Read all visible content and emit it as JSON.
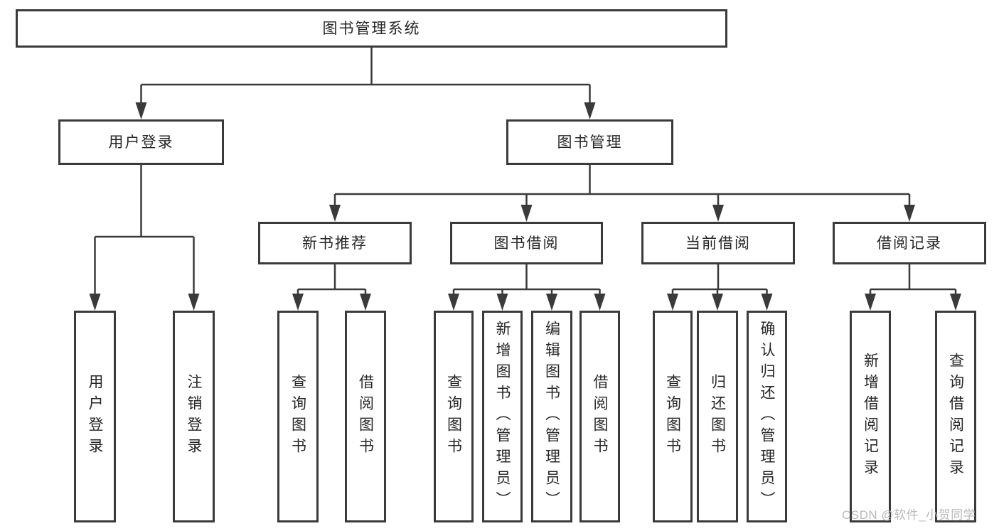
{
  "diagram": {
    "root": {
      "label": "图书管理系统"
    },
    "level1": [
      {
        "label": "用户登录"
      },
      {
        "label": "图书管理"
      }
    ],
    "level2": [
      {
        "label": "新书推荐"
      },
      {
        "label": "图书借阅"
      },
      {
        "label": "当前借阅"
      },
      {
        "label": "借阅记录"
      }
    ],
    "leaves": [
      {
        "label": "用户登录"
      },
      {
        "label": "注销登录"
      },
      {
        "label": "查询图书"
      },
      {
        "label": "借阅图书"
      },
      {
        "label": "查询图书"
      },
      {
        "label": "新增图书（管理员）"
      },
      {
        "label": "编辑图书（管理员）"
      },
      {
        "label": "借阅图书"
      },
      {
        "label": "查询图书"
      },
      {
        "label": "归还图书"
      },
      {
        "label": "确认归还（管理员）"
      },
      {
        "label": "新增借阅记录"
      },
      {
        "label": "查询借阅记录"
      }
    ]
  },
  "watermark": {
    "text": "CSDN @软件_小贺同学"
  },
  "colors": {
    "line": "#3a3a3a",
    "text": "#262626",
    "watermark": "#b9b9b9",
    "background": "#ffffff"
  }
}
